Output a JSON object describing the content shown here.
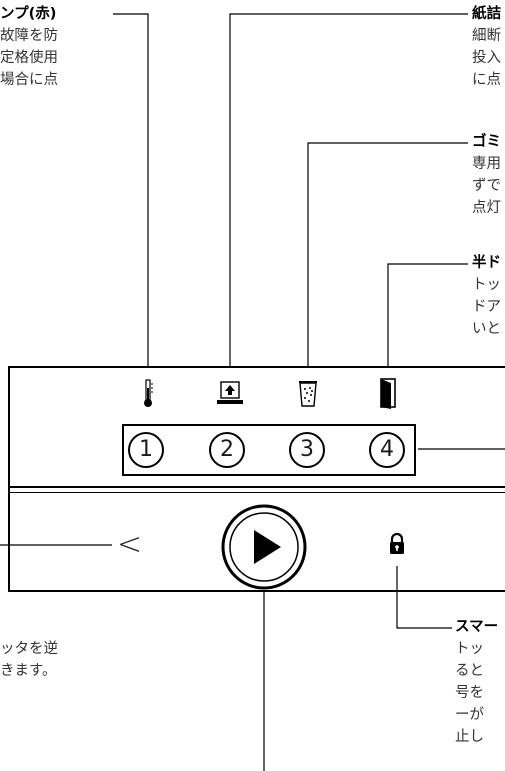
{
  "callouts": {
    "temp_lamp": {
      "heading": "ンプ(赤)",
      "lines": [
        "故障を防",
        "定格使用",
        "場合に点"
      ]
    },
    "paper_feed": {
      "heading": "紙詰",
      "lines": [
        "細断",
        "投入",
        "に点"
      ]
    },
    "trash": {
      "heading": "ゴミ",
      "lines": [
        "専用",
        "ずで",
        "点灯"
      ]
    },
    "half_door": {
      "heading": "半ド",
      "lines": [
        "トッ",
        "ドア",
        "いと"
      ]
    },
    "reverse": {
      "lines": [
        "ッタを逆",
        "きます。"
      ]
    },
    "smart_lock": {
      "heading": "スマー",
      "lines": [
        "トッ",
        "ると",
        "号を",
        "ーが",
        "止し"
      ]
    }
  },
  "panel": {
    "icons": [
      "thermometer-icon",
      "paper-feed-icon",
      "trash-bin-icon",
      "door-icon"
    ],
    "numbers": [
      "1",
      "2",
      "3",
      "4"
    ],
    "reverse_glyph": "<"
  }
}
